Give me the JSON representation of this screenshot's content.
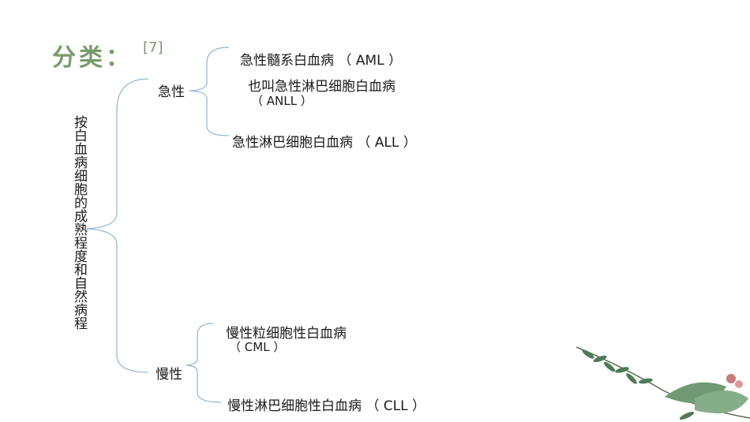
{
  "title": "分类：",
  "citation": "[7]",
  "root": "按白血病细胞的成熟程度和自然病程",
  "acute": {
    "label": "急性",
    "items": {
      "aml": "急性髓系白血病 （ AML ）",
      "anll_line1": "也叫急性淋巴细胞白血病",
      "anll_line2": "（ ANLL ）",
      "all": "急性淋巴细胞白血病 （ ALL ）"
    }
  },
  "chronic": {
    "label": "慢性",
    "items": {
      "cml_line1": "慢性粒细胞性白血病",
      "cml_line2": "（ CML ）",
      "cll": "慢性淋巴细胞性白血病 （ CLL ）"
    }
  },
  "colors": {
    "accent": "#7a9b6c",
    "bracket": "#8fb6d4"
  }
}
